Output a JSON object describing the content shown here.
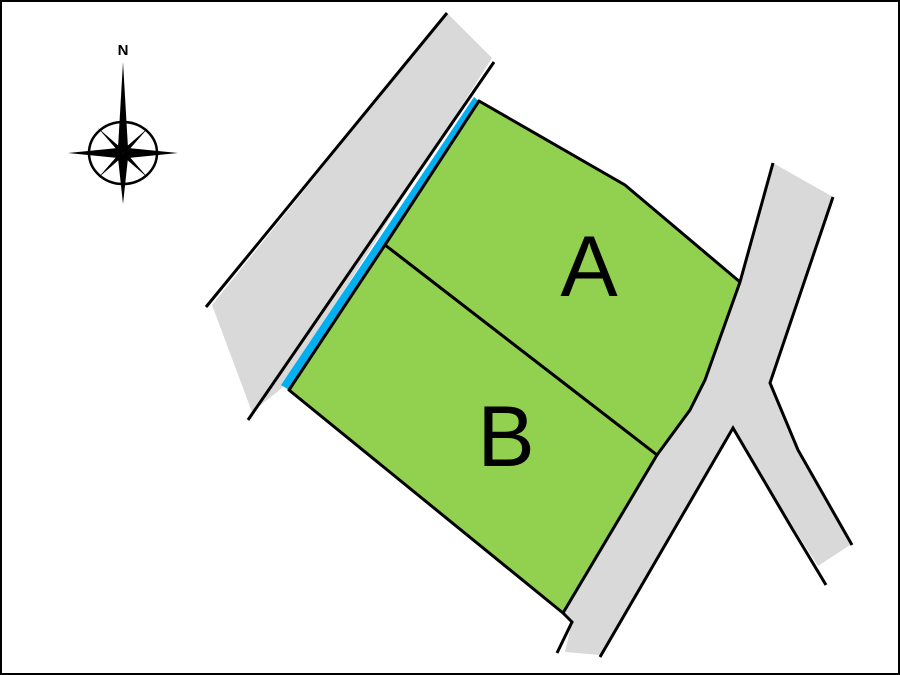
{
  "compass": {
    "label": "N"
  },
  "lots": [
    {
      "label": "A",
      "color": "#92d050"
    },
    {
      "label": "B",
      "color": "#92d050"
    }
  ],
  "colors": {
    "road": "#d9d9d9",
    "waterway": "#00b0f0",
    "outline": "#000000",
    "frame": "#000000"
  }
}
